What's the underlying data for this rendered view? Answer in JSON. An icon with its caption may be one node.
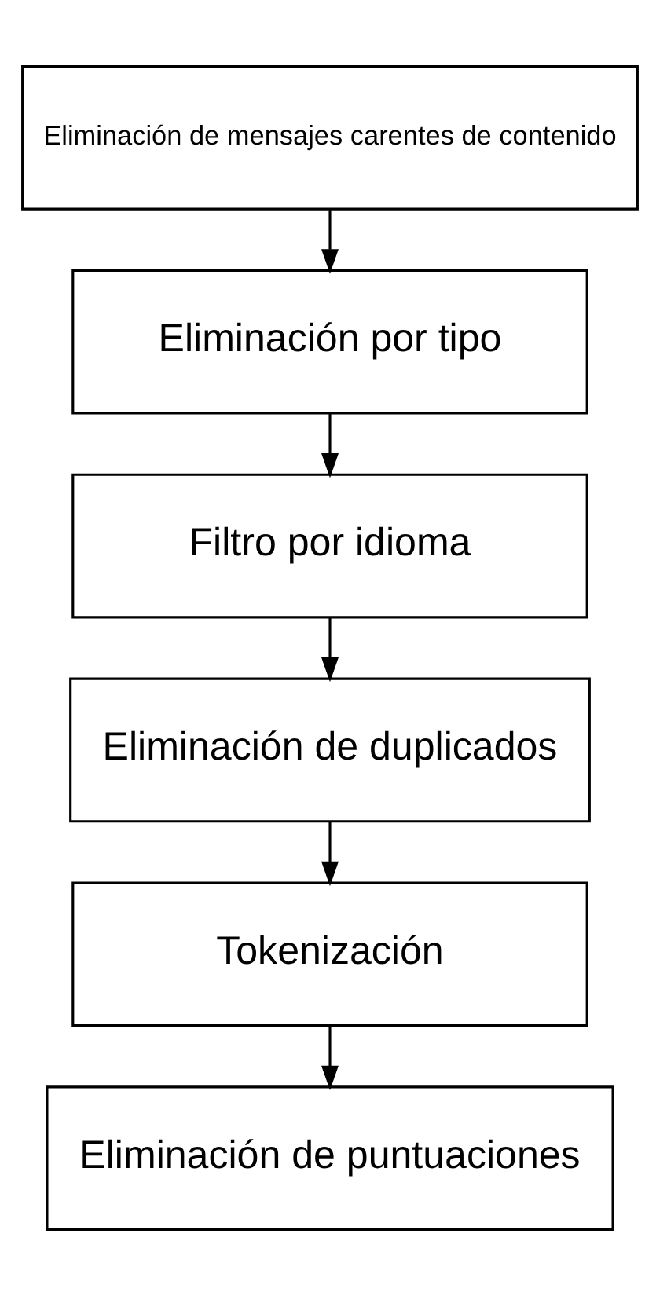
{
  "diagram": {
    "nodes": [
      {
        "text": [
          "Eliminación de mensajes carentes de contenido"
        ]
      },
      {
        "text": [
          "Eliminación por tipo"
        ]
      },
      {
        "text": [
          "Filtro por idioma"
        ]
      },
      {
        "text": [
          "Eliminación de duplicados"
        ]
      },
      {
        "text": [
          "Tokenización"
        ]
      },
      {
        "text": [
          "Eliminación de puntuaciones"
        ]
      }
    ],
    "edges": [
      {
        "from": 0,
        "to": 1,
        "arrow": "to"
      },
      {
        "from": 1,
        "to": 2,
        "arrow": "to"
      },
      {
        "from": 2,
        "to": 3,
        "arrow": "to"
      },
      {
        "from": 3,
        "to": 4,
        "arrow": "to"
      },
      {
        "from": 4,
        "to": 5,
        "arrow": "to"
      }
    ]
  }
}
